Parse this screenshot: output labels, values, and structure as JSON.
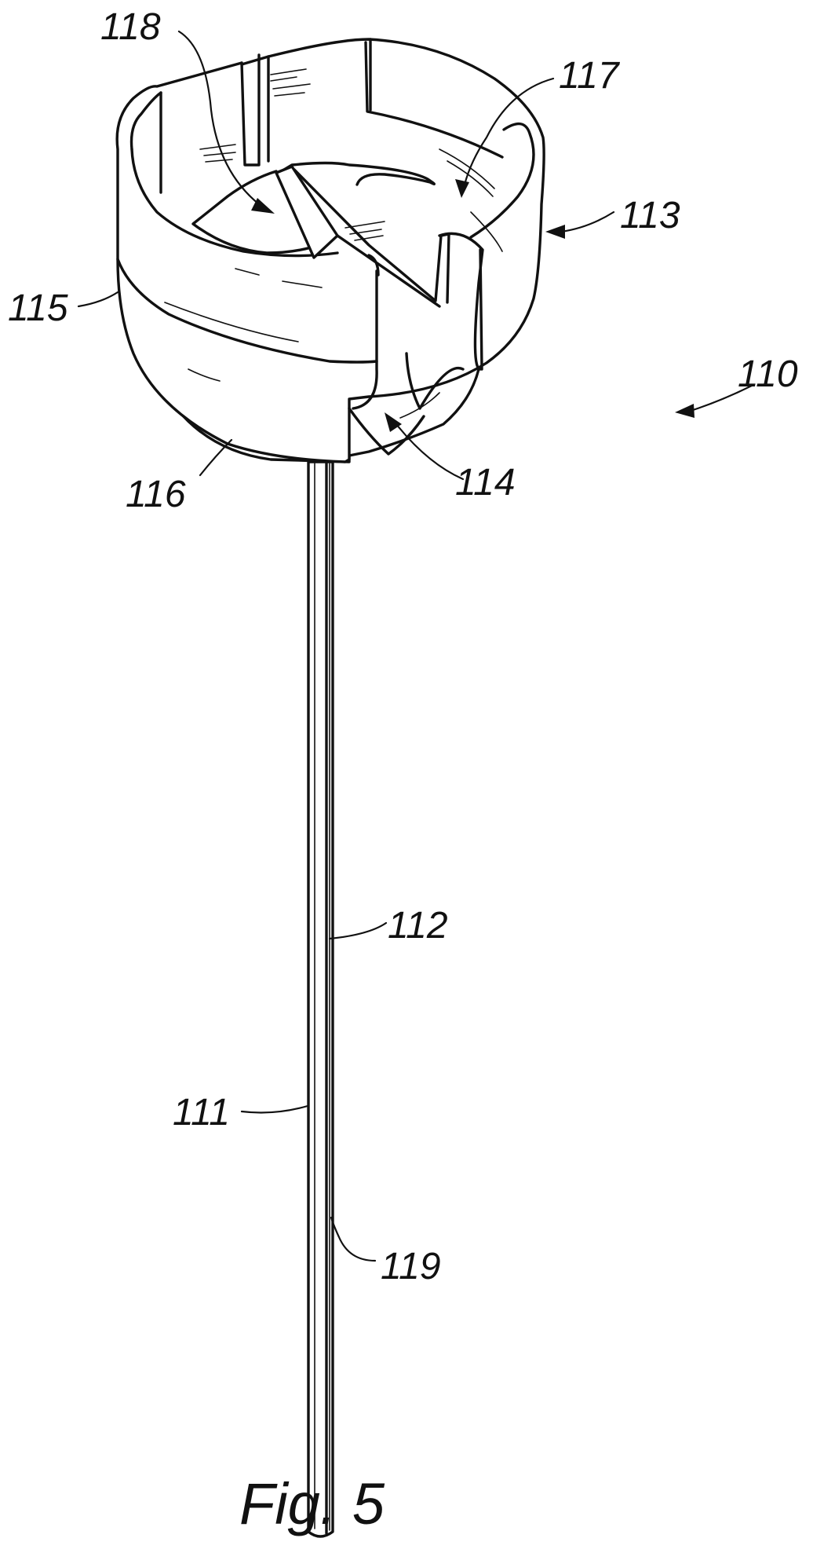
{
  "figure": {
    "caption": "Fig. 5",
    "labels": {
      "l110": "110",
      "l111": "111",
      "l112": "112",
      "l113": "113",
      "l114": "114",
      "l115": "115",
      "l116": "116",
      "l117": "117",
      "l118": "118",
      "l119": "119"
    }
  }
}
